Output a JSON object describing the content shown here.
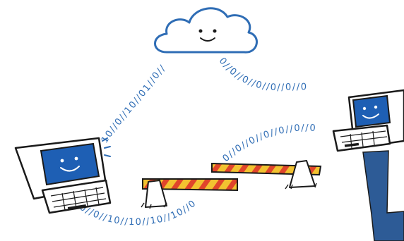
{
  "illustration": {
    "cloud": {
      "mood": "smiling",
      "icon": "cloud-icon"
    },
    "computers": [
      {
        "id": "computer-left",
        "mood": "smiling",
        "icon": "desktop-computer-icon"
      },
      {
        "id": "computer-right",
        "mood": "smiling",
        "icon": "desktop-computer-icon"
      }
    ],
    "barriers": [
      {
        "id": "barrier-front",
        "icon": "road-barrier-icon"
      },
      {
        "id": "barrier-back",
        "icon": "road-barrier-icon"
      }
    ],
    "data_streams": {
      "left_to_cloud": "10//0//10//01//0//",
      "cloud_to_right": "0//0//0//0//0//0//0",
      "bottom_left": "0//0//10//10//10//10//0",
      "bottom_right": "0//0//0//0//0//0//0"
    },
    "colors": {
      "outline": "#1a1a1a",
      "screen_blue": "#1e5fb4",
      "bit_blue": "#2f6db5",
      "barrier_yellow": "#f2c230",
      "barrier_red": "#e0452b",
      "stand_blue": "#2d5b96"
    }
  }
}
